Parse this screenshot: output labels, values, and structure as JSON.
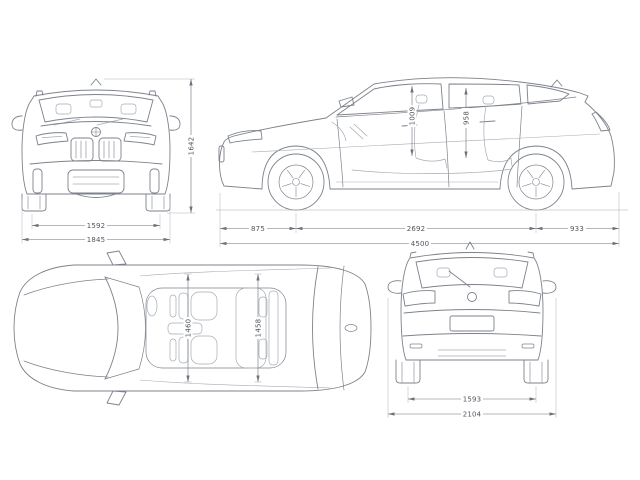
{
  "drawing": {
    "line_color": "#7d828b",
    "detail_color": "#a6abb4",
    "dim_color": "#6c7179",
    "label_color": "#50555d",
    "views": {
      "front": {
        "track_width": "1592",
        "overall_width": "1845",
        "overall_height": "1642"
      },
      "side": {
        "front_overhang": "875",
        "wheelbase": "2692",
        "rear_overhang": "933",
        "overall_length": "4500",
        "front_interior_height": "1009",
        "rear_interior_height": "958"
      },
      "top": {
        "front_interior_width": "1460",
        "rear_interior_width": "1458"
      },
      "rear": {
        "track_width": "1593",
        "overall_width_incl_mirrors": "2104"
      }
    }
  }
}
